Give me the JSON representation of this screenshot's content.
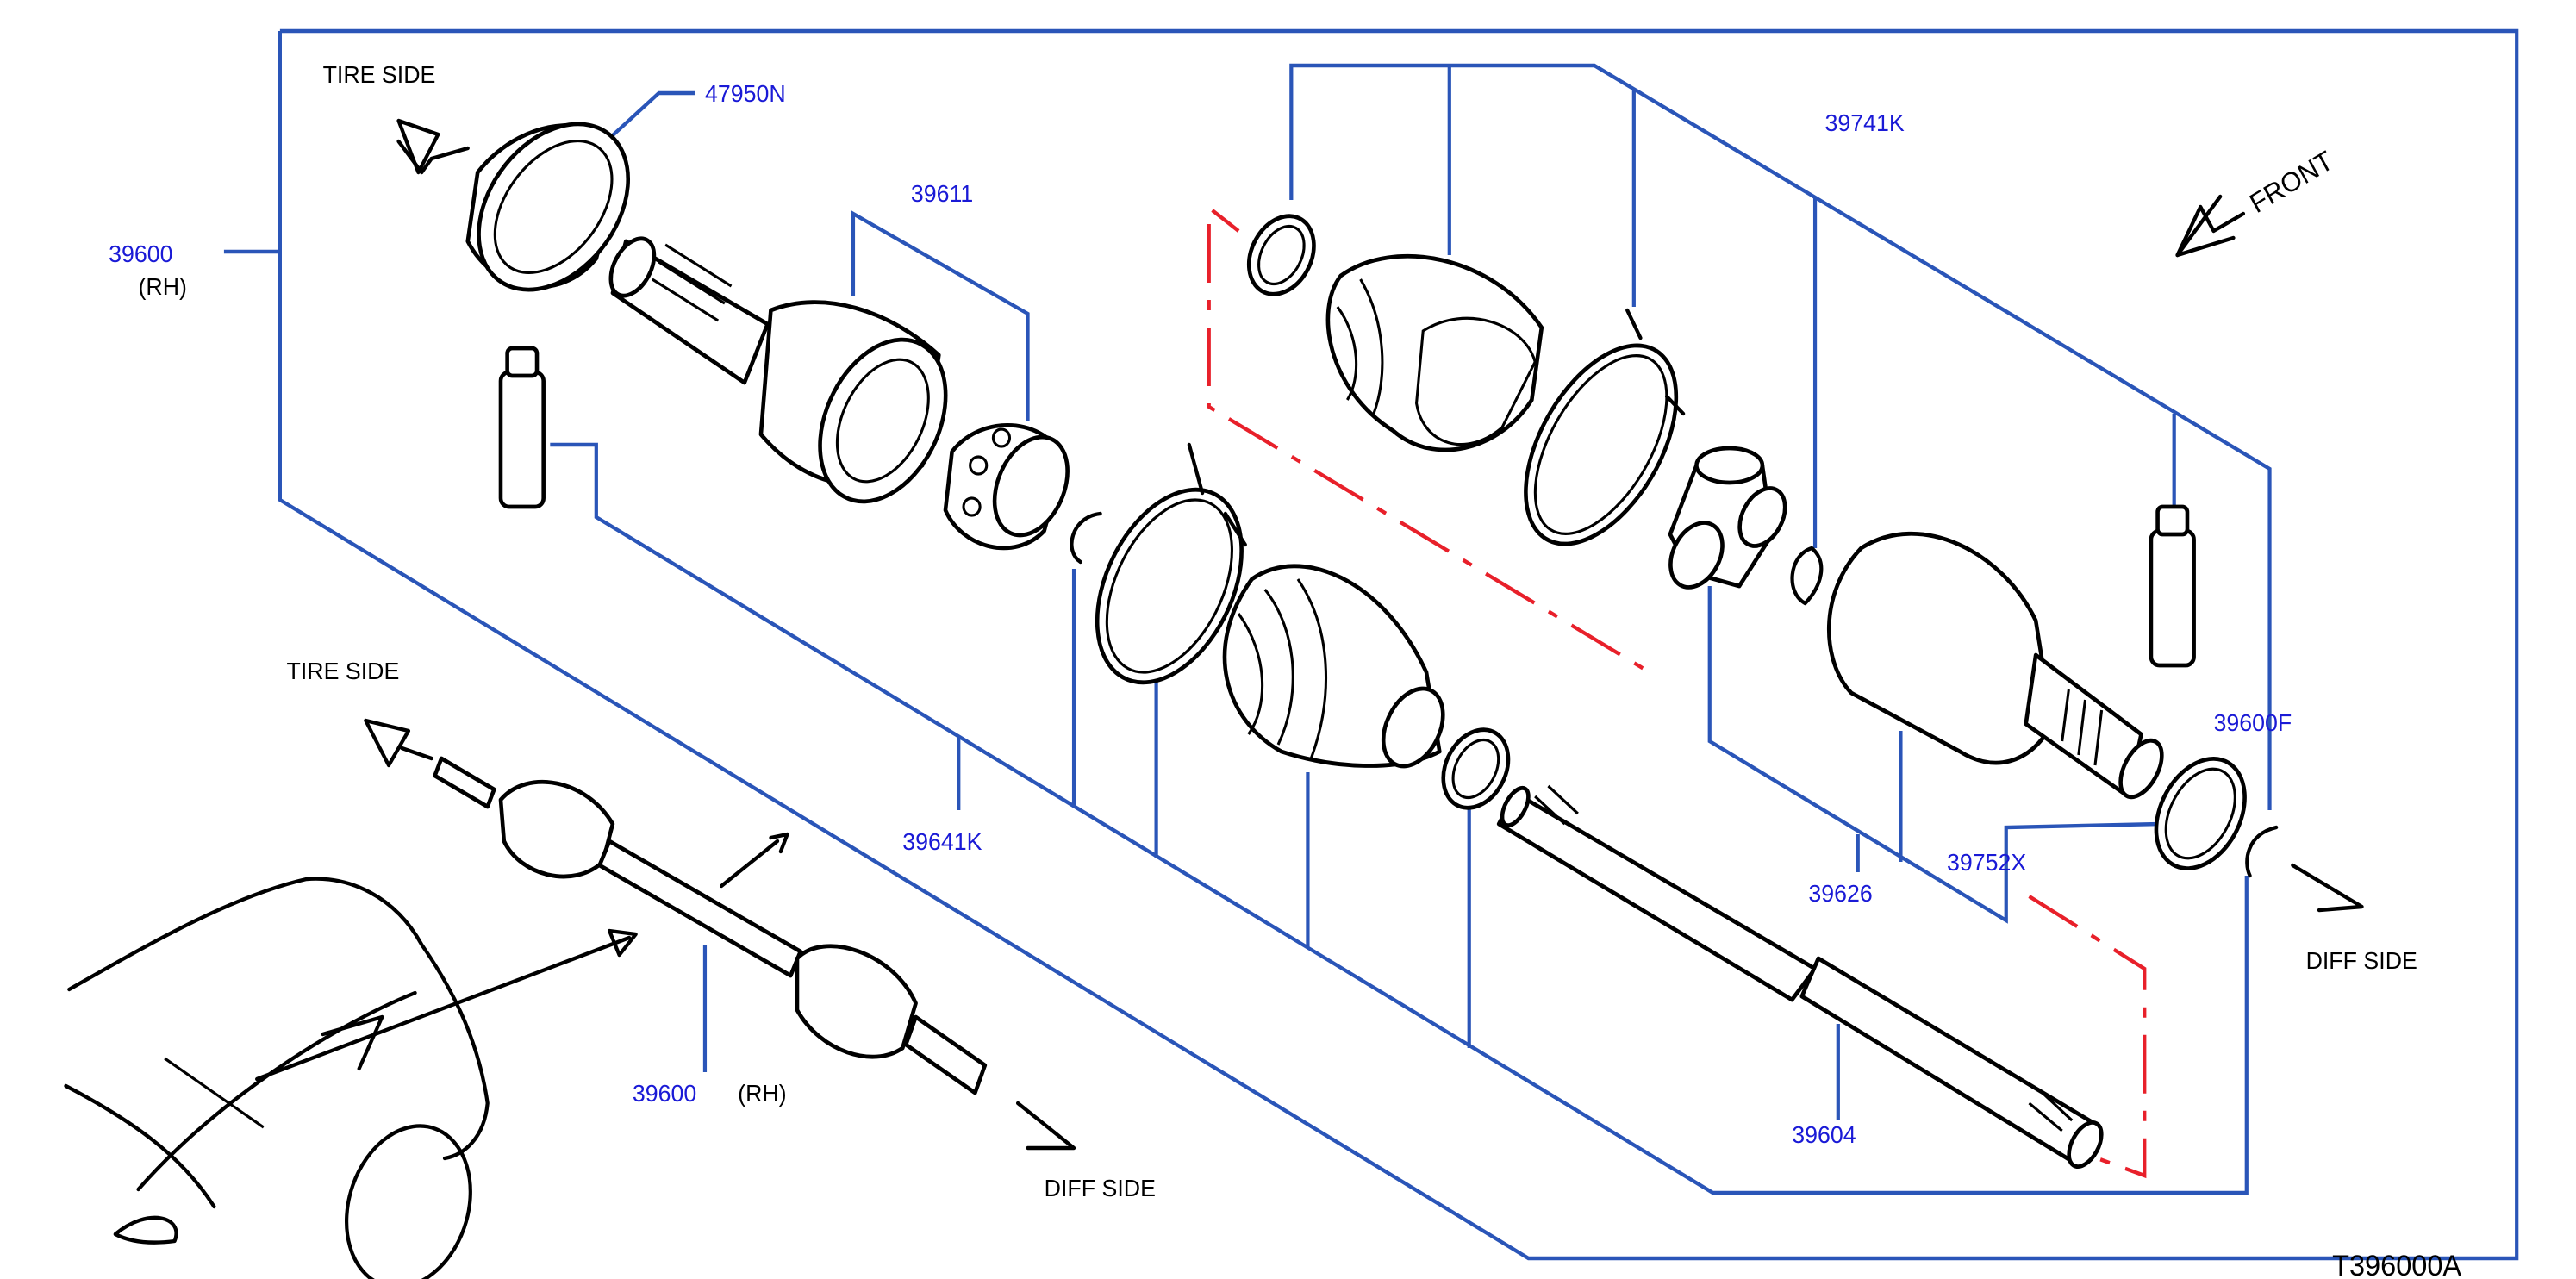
{
  "diagram_id": "T396000A",
  "side_labels": {
    "tire_top": "TIRE   SIDE",
    "tire_mid": "TIRE   SIDE",
    "diff_right": "DIFF   SIDE",
    "diff_bottom": "DIFF   SIDE",
    "front": "FRONT"
  },
  "part_numbers": {
    "p47950N": "47950N",
    "p39611": "39611",
    "p39741K": "39741K",
    "p39600_main": "39600",
    "p39600_main_rh": "(RH)",
    "p39641K": "39641K",
    "p39600F": "39600F",
    "p39626": "39626",
    "p39752X": "39752X",
    "p39604": "39604",
    "p39600_lower": "39600",
    "p39600_lower_rh": "(RH)"
  },
  "colors": {
    "part_number_text": "#1a1ad6",
    "leader_line": "#2a55b8",
    "phantom_line": "#e8202a",
    "outline": "#000000"
  }
}
